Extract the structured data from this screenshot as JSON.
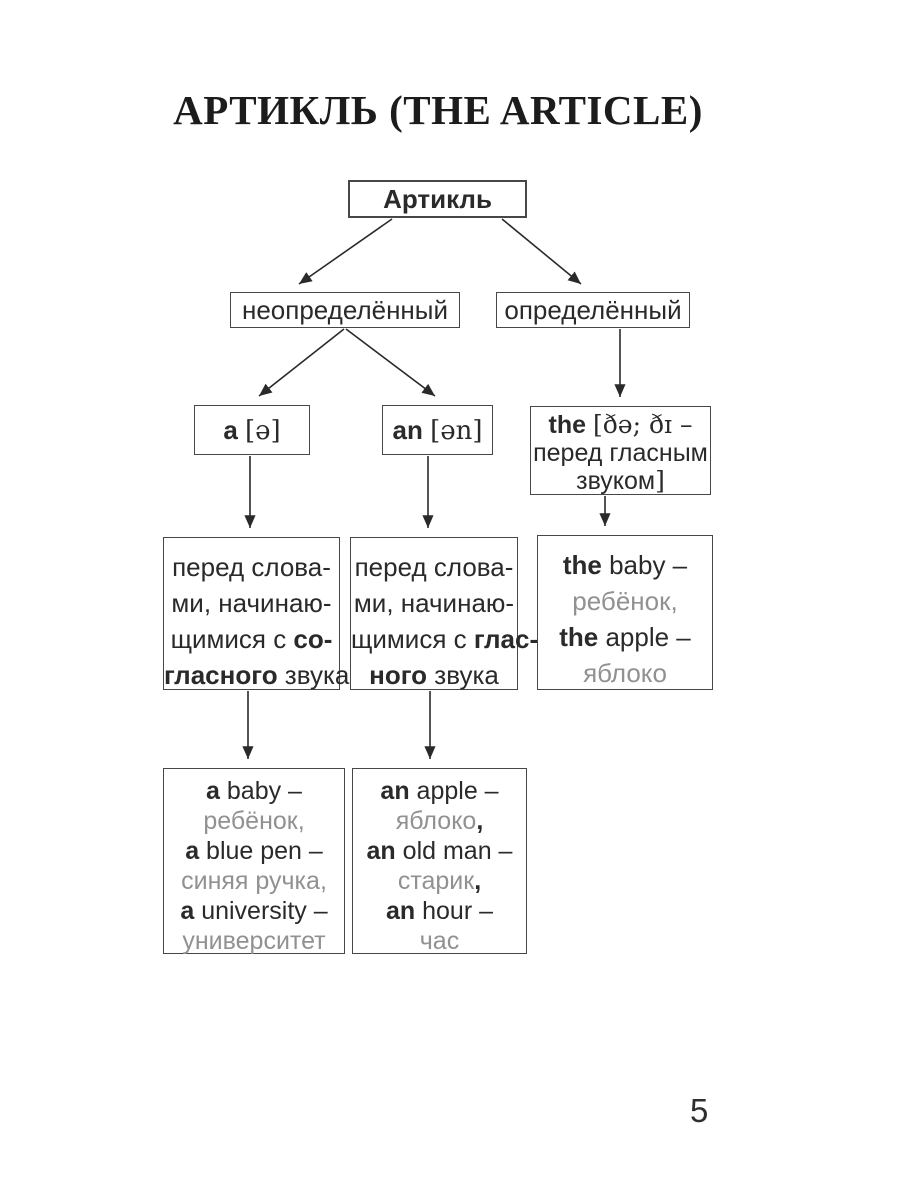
{
  "page": {
    "title": "АРТИКЛЬ (THE ARTICLE)",
    "number": "5"
  },
  "colors": {
    "text": "#2a2a2a",
    "muted": "#919191",
    "border": "#474747"
  },
  "diagram": {
    "nodes": {
      "article": {
        "lines": [
          [
            {
              "t": "Артикль",
              "b": true
            }
          ]
        ]
      },
      "indefinite": {
        "lines": [
          [
            {
              "t": "неопределённый"
            }
          ]
        ]
      },
      "definite": {
        "lines": [
          [
            {
              "t": "определённый"
            }
          ]
        ]
      },
      "a": {
        "lines": [
          [
            {
              "t": "a ",
              "b": true
            },
            {
              "t": "[ə]",
              "ph": true
            }
          ]
        ]
      },
      "an": {
        "lines": [
          [
            {
              "t": "an ",
              "b": true
            },
            {
              "t": "[ən]",
              "ph": true
            }
          ]
        ]
      },
      "the": {
        "lines": [
          [
            {
              "t": "the ",
              "b": true
            },
            {
              "t": "[ðə; ðɪ –",
              "ph": true
            }
          ],
          [
            {
              "t": "перед гласным"
            }
          ],
          [
            {
              "t": "звуком"
            },
            {
              "t": "]",
              "ph": true
            }
          ]
        ]
      },
      "before_consonant": {
        "lines": [
          [
            {
              "t": "перед слова-"
            }
          ],
          [
            {
              "t": "ми, начинаю-"
            }
          ],
          [
            {
              "t": "щимися с "
            },
            {
              "t": "со-",
              "b": true
            }
          ],
          [
            {
              "t": "гласного",
              "b": true
            },
            {
              "t": " звука"
            }
          ]
        ]
      },
      "before_vowel": {
        "lines": [
          [
            {
              "t": "перед слова-"
            }
          ],
          [
            {
              "t": "ми, начинаю-"
            }
          ],
          [
            {
              "t": "щимися с "
            },
            {
              "t": "глас-",
              "b": true
            }
          ],
          [
            {
              "t": "ного",
              "b": true
            },
            {
              "t": " звука"
            }
          ]
        ]
      },
      "the_examples": {
        "lines": [
          [
            {
              "t": "the",
              "b": true
            },
            {
              "t": " baby –"
            }
          ],
          [
            {
              "t": "ребёнок,",
              "g": true
            }
          ],
          [
            {
              "t": "the",
              "b": true
            },
            {
              "t": " apple –"
            }
          ],
          [
            {
              "t": "яблоко",
              "g": true
            }
          ]
        ]
      },
      "a_examples": {
        "lines": [
          [
            {
              "t": "a",
              "b": true
            },
            {
              "t": " baby –"
            }
          ],
          [
            {
              "t": "ребёнок,",
              "g": true
            }
          ],
          [
            {
              "t": "a",
              "b": true
            },
            {
              "t": " blue pen –"
            }
          ],
          [
            {
              "t": "синяя ручка,",
              "g": true
            }
          ],
          [
            {
              "t": "a",
              "b": true
            },
            {
              "t": " university –"
            }
          ],
          [
            {
              "t": "университет",
              "g": true
            }
          ]
        ]
      },
      "an_examples": {
        "lines": [
          [
            {
              "t": "an",
              "b": true
            },
            {
              "t": " apple –"
            }
          ],
          [
            {
              "t": "яблоко",
              "g": true
            },
            {
              "t": ",",
              "b": true
            }
          ],
          [
            {
              "t": "an",
              "b": true
            },
            {
              "t": " old man –"
            }
          ],
          [
            {
              "t": "старик",
              "g": true
            },
            {
              "t": ",",
              "b": true
            }
          ],
          [
            {
              "t": "an",
              "b": true
            },
            {
              "t": " hour –"
            }
          ],
          [
            {
              "t": "час",
              "g": true
            }
          ]
        ]
      }
    }
  }
}
